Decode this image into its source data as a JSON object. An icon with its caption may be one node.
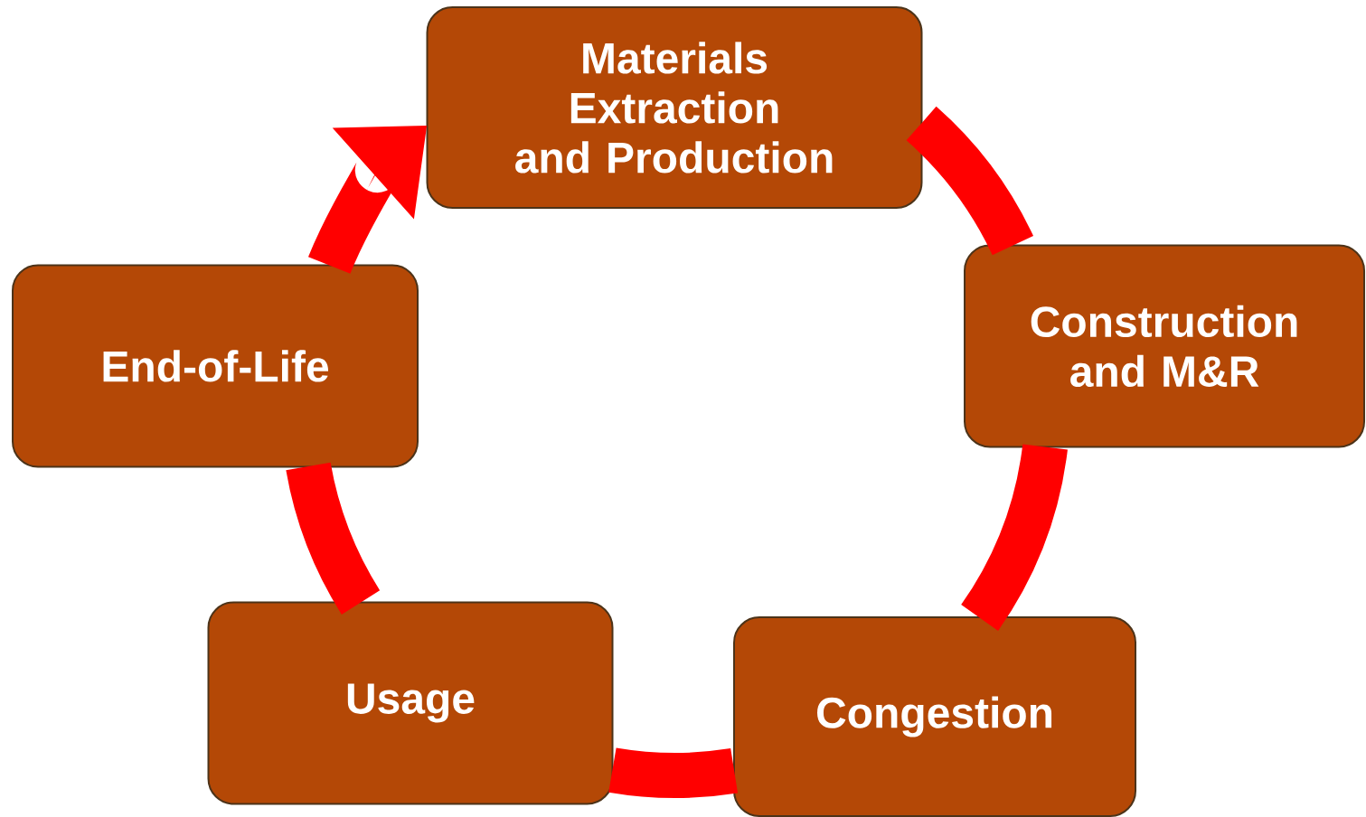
{
  "diagram": {
    "nodes": [
      {
        "text": [
          "Materials Extraction and Production"
        ]
      },
      {
        "text": [
          "Construction and M&R"
        ]
      },
      {
        "text": [
          "Congestion"
        ]
      },
      {
        "text": [
          "Usage"
        ]
      },
      {
        "text": [
          "End-of-Life"
        ]
      }
    ],
    "edges": [
      {
        "from": 0,
        "to": 1,
        "arrow": "none"
      },
      {
        "from": 1,
        "to": 2,
        "arrow": "none"
      },
      {
        "from": 2,
        "to": 3,
        "arrow": "none"
      },
      {
        "from": 3,
        "to": 4,
        "arrow": "none"
      },
      {
        "from": 4,
        "to": 0,
        "arrow": "to"
      }
    ]
  }
}
